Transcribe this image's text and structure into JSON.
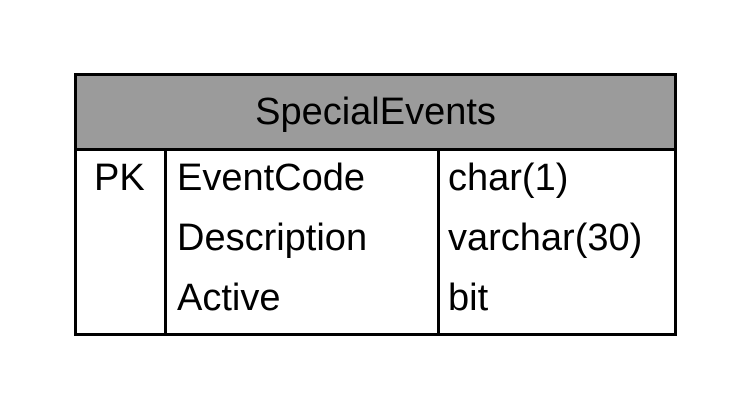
{
  "entity": {
    "name": "SpecialEvents",
    "header_color": "#9b9b9b",
    "fields": [
      {
        "key": "PK",
        "name": "EventCode",
        "type": "char(1)"
      },
      {
        "key": "",
        "name": "Description",
        "type": "varchar(30)"
      },
      {
        "key": "",
        "name": "Active",
        "type": "bit"
      }
    ]
  }
}
